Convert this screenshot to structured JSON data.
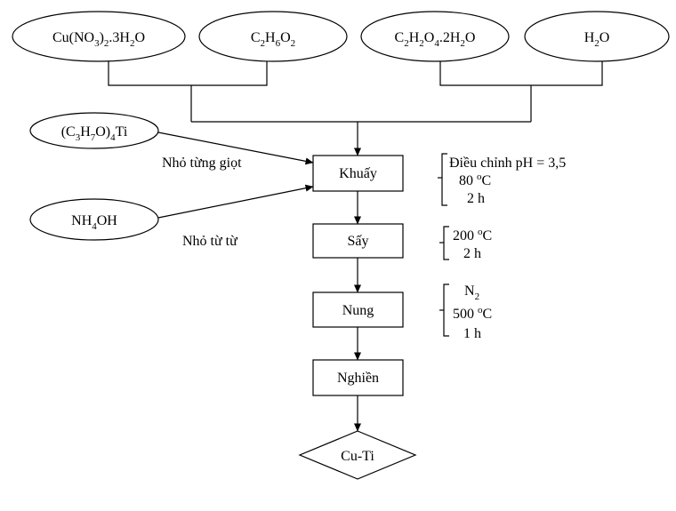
{
  "reagents": [
    {
      "main": "Cu(NO",
      "s1": "3",
      "mid": ")",
      "s2": "2",
      "tail": ".3H",
      "s3": "2",
      "end": "O"
    },
    {
      "main": "C",
      "s1": "2",
      "mid": "H",
      "s2": "6",
      "tail": "O",
      "s3": "2",
      "end": ""
    },
    {
      "main": "C",
      "s1": "2",
      "mid": "H",
      "s2": "2",
      "tail": "O",
      "s3": "4",
      "end": ".2H",
      "s4": "2",
      "end2": "O"
    },
    {
      "main": "H",
      "s1": "2",
      "mid": "O"
    }
  ],
  "titanium": {
    "a": "(C",
    "s1": "3",
    "b": "H",
    "s2": "7",
    "c": "O)",
    "s3": "4",
    "d": "Ti"
  },
  "ammonia": {
    "a": "NH",
    "s1": "4",
    "b": "OH"
  },
  "notes": {
    "dropwise": "Nhỏ từng giọt",
    "slowly": "Nhỏ từ từ"
  },
  "steps": {
    "stir": "Khuấy",
    "dry": "Sấy",
    "calcine": "Nung",
    "grind": "Nghiền"
  },
  "product": "Cu-Ti",
  "conditions": {
    "stir": {
      "ph": "Điều chỉnh pH = 3,5",
      "temp": "80",
      "deg": "o",
      "unit": "C",
      "time": "2 h"
    },
    "dry": {
      "temp": "200",
      "deg": "o",
      "unit": "C",
      "time": "2 h"
    },
    "calcine": {
      "gas": "N",
      "gas_sub": "2",
      "temp": "500",
      "deg": "o",
      "unit": "C",
      "time": "1 h"
    }
  }
}
